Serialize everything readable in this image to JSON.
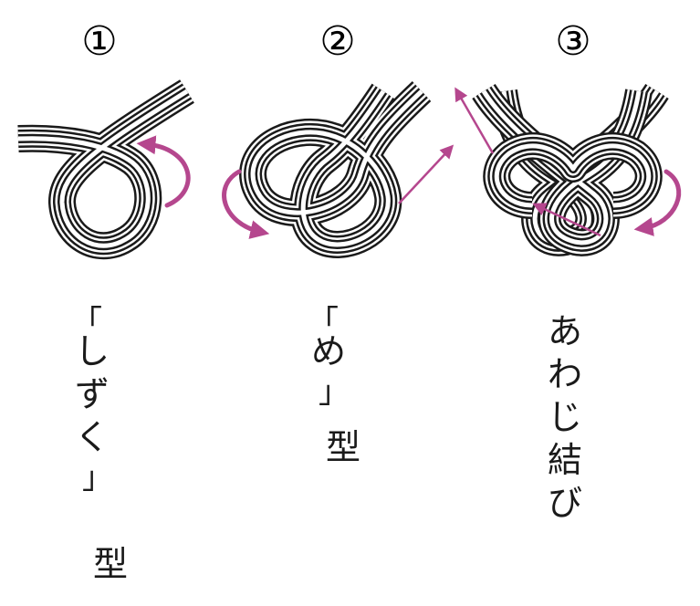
{
  "steps": [
    {
      "number": "①",
      "label_chars": [
        "「",
        "し",
        "ず",
        "く",
        "」",
        "型"
      ]
    },
    {
      "number": "②",
      "label_chars": [
        "「",
        "め",
        "」",
        "型"
      ]
    },
    {
      "number": "③",
      "label_chars": [
        "あ",
        "わ",
        "じ",
        "結",
        "び"
      ]
    }
  ],
  "colors": {
    "cord": "#1a1a1a",
    "gap": "#ffffff",
    "arrow": "#b5478e"
  }
}
